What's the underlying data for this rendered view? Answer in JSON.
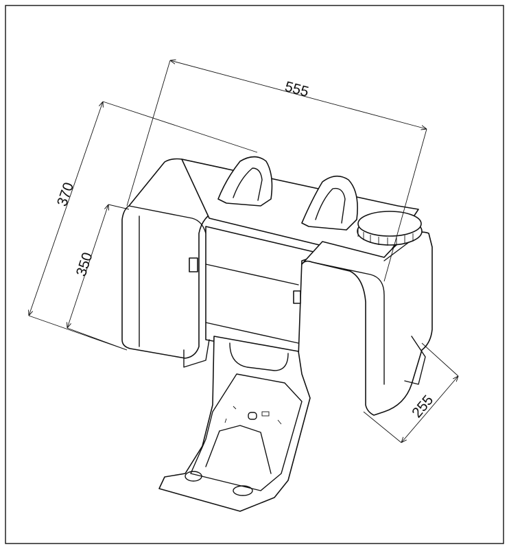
{
  "drawing": {
    "dimensions": {
      "width": "555",
      "height_total": "370",
      "height_body": "350",
      "depth": "255"
    },
    "line_color": "#111111",
    "background": "#ffffff"
  }
}
